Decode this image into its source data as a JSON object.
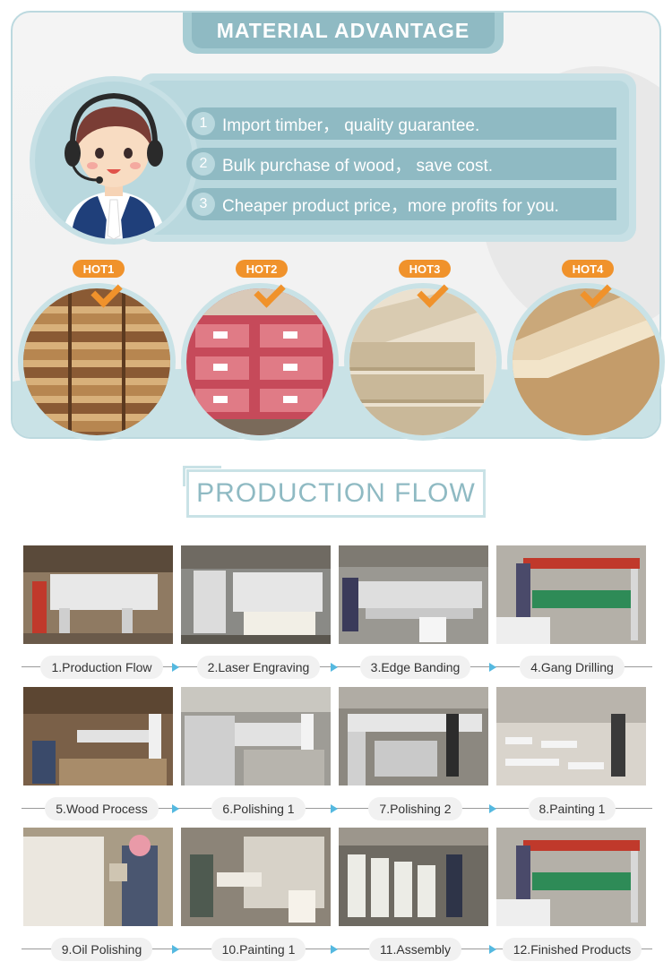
{
  "header": {
    "title": "MATERIAL ADVANTAGE"
  },
  "advantages": [
    {
      "num": "1",
      "text": "Import timber， quality guarantee."
    },
    {
      "num": "2",
      "text": "Bulk purchase of wood， save cost."
    },
    {
      "num": "3",
      "text": "Cheaper product price，more profits for you."
    }
  ],
  "hot": [
    {
      "badge": "HOT1",
      "icon": "lumber-stack-photo"
    },
    {
      "badge": "HOT2",
      "icon": "wrapped-boards-photo"
    },
    {
      "badge": "HOT3",
      "icon": "board-edge-photo"
    },
    {
      "badge": "HOT4",
      "icon": "mdf-panel-photo"
    }
  ],
  "production": {
    "title": "PRODUCTION FLOW",
    "steps": [
      "1.Production Flow",
      "2.Laser Engraving",
      "3.Edge Banding",
      "4.Gang Drilling",
      "5.Wood Process",
      "6.Polishing 1",
      "7.Polishing 2",
      "8.Painting 1",
      "9.Oil Polishing",
      "10.Painting 1",
      "11.Assembly",
      "12.Finished Products"
    ]
  },
  "colors": {
    "accent": "#8fbac3",
    "light": "#c9e2e6",
    "hot": "#f0922b",
    "arrow": "#55b9e0"
  }
}
